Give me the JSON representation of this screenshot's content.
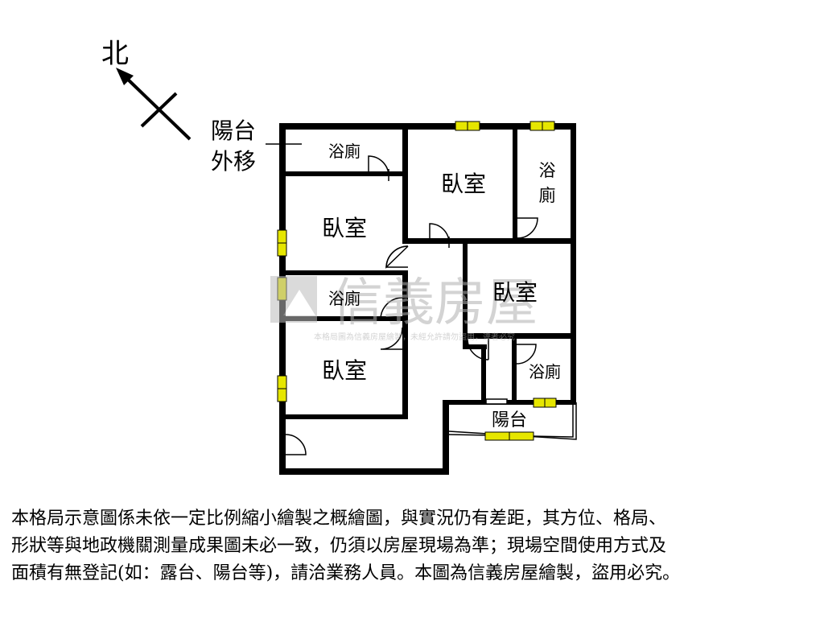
{
  "compass": {
    "north_label": "北"
  },
  "balcony_moved_label": [
    "陽台",
    "外移"
  ],
  "rooms": {
    "bath_top_left": "浴廁",
    "bedroom_upper_left": "臥室",
    "bedroom_top_middle": "臥室",
    "bath_top_right": [
      "浴",
      "廁"
    ],
    "bath_middle_left": "浴廁",
    "bedroom_right": "臥室",
    "bedroom_lower_left": "臥室",
    "bath_lower_right": "浴廁",
    "balcony": "陽台"
  },
  "watermark": {
    "brand": "信義房屋",
    "notice": "本格局圖為信義房屋繪製，未經允許請勿盜用，違者必究"
  },
  "disclaimer": [
    "本格局示意圖係未依一定比例縮小繪製之概繪圖，與實況仍有差距，其方位、格局、",
    "形狀等與地政機關測量成果圖未必一致，仍須以房屋現場為準；現場空間使用方式及",
    "面積有無登記(如：露台、陽台等)，請洽業務人員。本圖為信義房屋繪製，盜用必究。"
  ],
  "colors": {
    "wall": "#000000",
    "window": "#e6e600",
    "watermark": "#c8c8c8",
    "background": "#ffffff"
  }
}
